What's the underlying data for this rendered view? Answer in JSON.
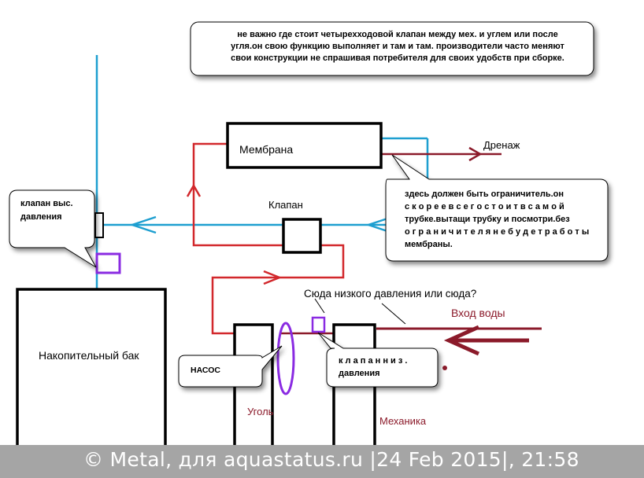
{
  "labels": {
    "membrane": "Мембрана",
    "drain": "Дренаж",
    "valve": "Клапан",
    "tank": "Накопительный бак",
    "water_in": "Вход воды",
    "question": "Сюда низкого давления или сюда?",
    "carbon": "Уголь",
    "mechanics": "Механика"
  },
  "callouts": {
    "top_note": [
      "не важно где стоит четырехходовой клапан между мех. и углем или после",
      "угля.он свою функцию выполняет и там и там. производители часто меняют",
      "свои конструкции не спрашивая потребителя для своих удобств при сборке."
    ],
    "restrictor_note": [
      "здесь должен быть ограничитель.он",
      "с к о р е е  в с е г о  с т о и т  в  с а м о й",
      "трубке.вытащи трубку и посмотри.без",
      "о г р а н и ч и т е л я  н е  б у д е т  р а б о т ы",
      "мембраны."
    ],
    "high_pressure": [
      "клапан выс.",
      "давления"
    ],
    "pump": "НАСОС",
    "low_pressure": [
      "к л а п а н  н и з .",
      "давления"
    ]
  },
  "watermark": "© Metal, для aquastatus.ru |24 Feb 2015|, 21:58",
  "colors": {
    "blue_pipe": "#1e9fd0",
    "red_pipe": "#d2282c",
    "dark_red": "#8b1a2a",
    "purple": "#8a2be2",
    "watermark_bg": "#a5a5a5"
  }
}
